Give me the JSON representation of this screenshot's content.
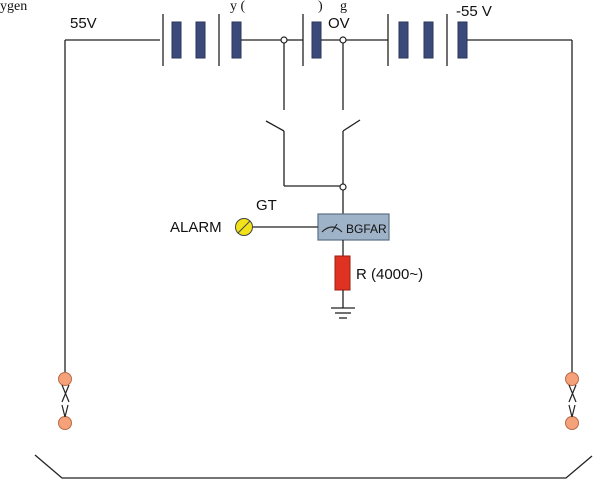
{
  "caption": "ygen",
  "caption_tail": "y (",
  "caption_tail2": ")",
  "caption_end": "g",
  "labels": {
    "positive_voltage": "55V",
    "zero_voltage": "OV",
    "negative_voltage": "-55 V",
    "ground_test": "GT",
    "alarm": "ALARM",
    "relay": "BGFAR",
    "resistor": "R  (4000~)"
  },
  "colors": {
    "battery_cell": "#3b4a7a",
    "relay_box": "#9fb3c8",
    "resistor": "#e03222",
    "alarm_lamp": "#f2e21a",
    "fuse_node": "#f5a27a",
    "wire": "#222222"
  }
}
